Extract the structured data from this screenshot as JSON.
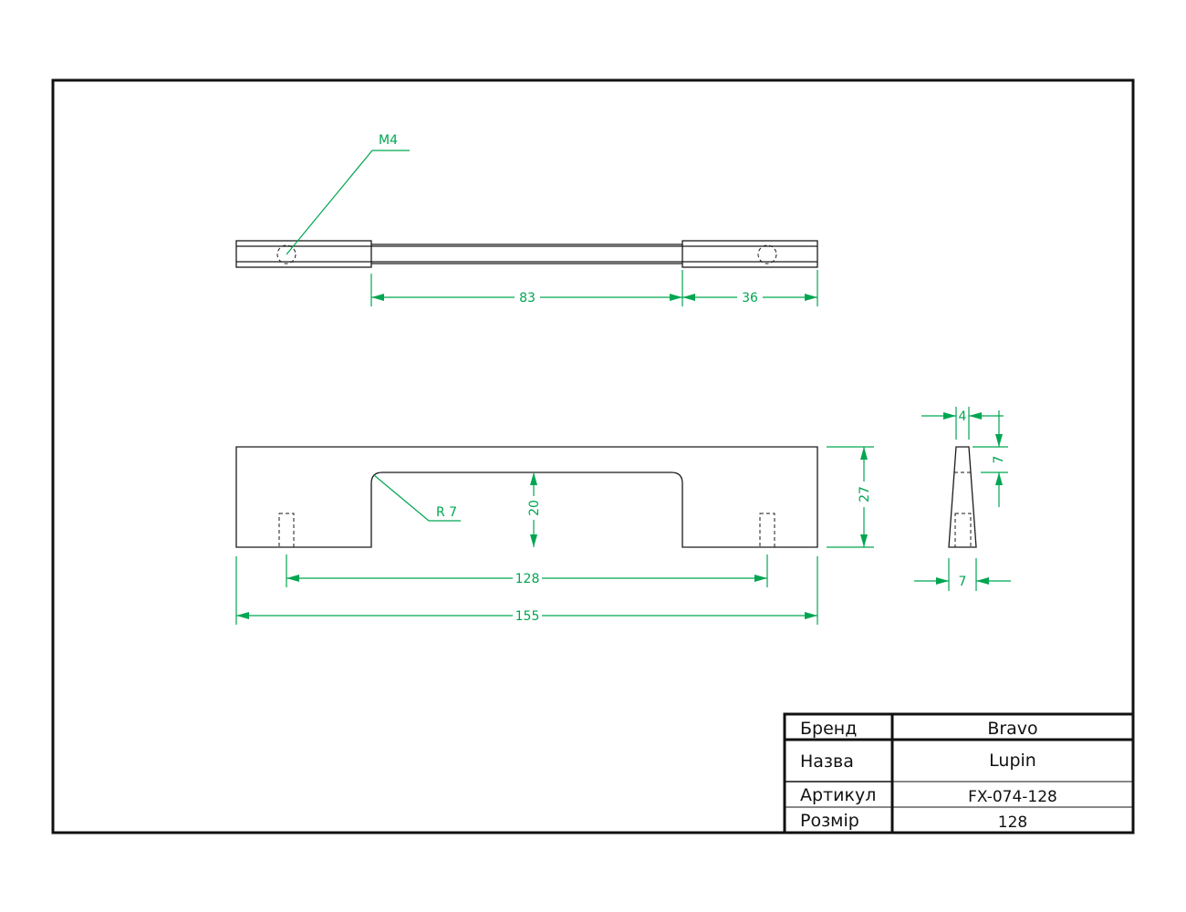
{
  "drawing": {
    "thread_label": "M4",
    "dimensions": {
      "top_center": "83",
      "top_end": "36",
      "front_hole_spacing": "128",
      "front_overall": "155",
      "front_radius": "R 7",
      "front_opening_height": "20",
      "front_height": "27",
      "side_top_width": "4",
      "side_top_depth": "7",
      "side_bottom_width": "7"
    },
    "colors": {
      "dimension": "#00a651",
      "outline": "#1a1a1a"
    }
  },
  "title_block": {
    "rows": [
      {
        "label": "Бренд",
        "value": "Bravo"
      },
      {
        "label": "Назва",
        "value": "Lupin"
      },
      {
        "label": "Артикул",
        "value": "FX-074-128"
      },
      {
        "label": "Розмір",
        "value": "128"
      }
    ]
  }
}
